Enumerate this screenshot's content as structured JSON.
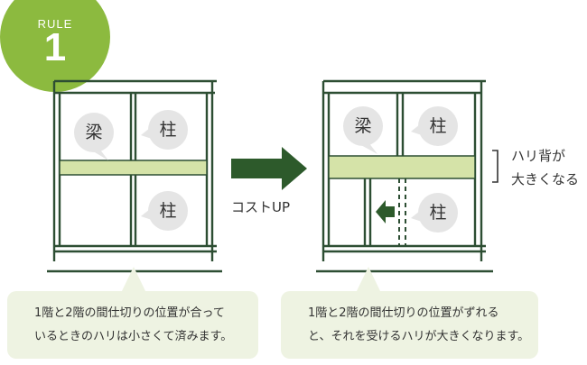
{
  "badge": {
    "label": "RULE",
    "number": "1"
  },
  "left_diagram": {
    "bubbles": [
      "梁",
      "柱",
      "柱"
    ]
  },
  "right_diagram": {
    "bubbles": [
      "梁",
      "柱",
      "柱"
    ]
  },
  "arrow_label": "コストUP",
  "side_label": {
    "line1": "ハリ背が",
    "line2": "大きくなる"
  },
  "captions": {
    "left": {
      "line1": "1階と2階の間仕切りの位置が合って",
      "line2": "いるときのハリは小さくて済みます。"
    },
    "right": {
      "line1": "1階と2階の間仕切りの位置がずれる",
      "line2": "と、それを受けるハリが大きくなります。"
    }
  },
  "colors": {
    "frame": "#2d4e33",
    "beam": "#d5e3a8",
    "arrow": "#2d5a2b",
    "badge": "#8cba3f",
    "bubble": "#e5e5e5",
    "caption_bg": "#eef3e2"
  }
}
